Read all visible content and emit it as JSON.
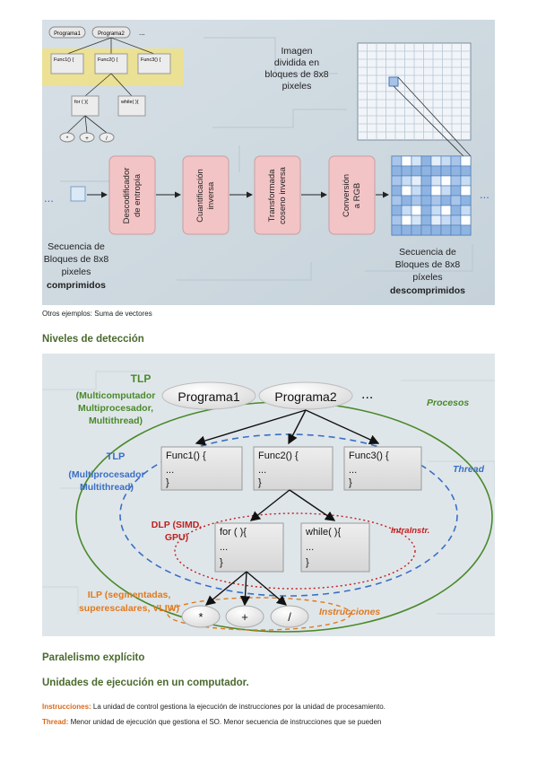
{
  "figure1": {
    "small_tree": {
      "prog1": "Programa1",
      "prog2": "Programa2",
      "dots": "...",
      "func1": "Func1() {",
      "func2": "Func2() {",
      "func3": "Func3() {",
      "for": "for (   ){",
      "while": "while(   ){",
      "op1": "*",
      "op2": "+",
      "op3": "/"
    },
    "imagen_label": [
      "Imagen",
      "dividida en",
      "bloques de 8x8",
      "pixeles"
    ],
    "stages": [
      "Descodificador de entropía",
      "Cuantificación inversa",
      "Transformada coseno inversa",
      "Conversión a RGB"
    ],
    "stage_lines": [
      [
        "Descodificador",
        "de entropía"
      ],
      [
        "Cuantificación",
        "inversa"
      ],
      [
        "Transformada",
        "coseno inversa"
      ],
      [
        "Conversión",
        "a RGB"
      ]
    ],
    "left_dots": "...",
    "right_dots": "...",
    "input_label": [
      "Secuencia de",
      "Bloques de 8x8",
      "pixeles"
    ],
    "input_bold": "comprimidos",
    "output_label": [
      "Secuencia de",
      "Bloques de 8x8",
      "píxeles"
    ],
    "output_bold": "descomprimidos"
  },
  "caption1": "Otros ejemplos: Suma de vectores",
  "heading_niveles": "Niveles de detección",
  "figure2": {
    "tlp_title": "TLP",
    "tlp_sub": [
      "(Multicomputador",
      "Multiprocesador,",
      "Multithread)"
    ],
    "tlp2_title": "TLP",
    "tlp2_sub": [
      "(Multiprocesador",
      "Multithread)"
    ],
    "dlp": [
      "DLP (SIMD,",
      "GPU)"
    ],
    "ilp": [
      "ILP (segmentadas,",
      "superescalares, VLIW)"
    ],
    "procesos": "Procesos",
    "thread": "Thread",
    "intrainstr": "IntraInstr.",
    "instrucciones": "Instrucciones",
    "prog1": "Programa1",
    "prog2": "Programa2",
    "dots": "...",
    "func1": "Func1() {",
    "func2": "Func2() {",
    "func3": "Func3() {",
    "body_dots": "...",
    "close": "}",
    "for": "for (     ){",
    "while": "while(     ){",
    "op1": "*",
    "op2": "+",
    "op3": "/",
    "colors": {
      "green": "#4a8a2a",
      "blue": "#3a6fc4",
      "red": "#c21f1f",
      "orange": "#e07a20"
    }
  },
  "heading_paralelismo": "Paralelismo explícito",
  "heading_unidades": "Unidades de ejecución en un computador.",
  "para_instr_term": "Instrucciones:",
  "para_instr_text": " La unidad de control gestiona la ejecución de instrucciones por la unidad de procesamiento.",
  "para_thread_term": "Thread:",
  "para_thread_text": " Menor unidad de ejecución que gestiona el SO. Menor secuencia de instrucciones que se pueden"
}
